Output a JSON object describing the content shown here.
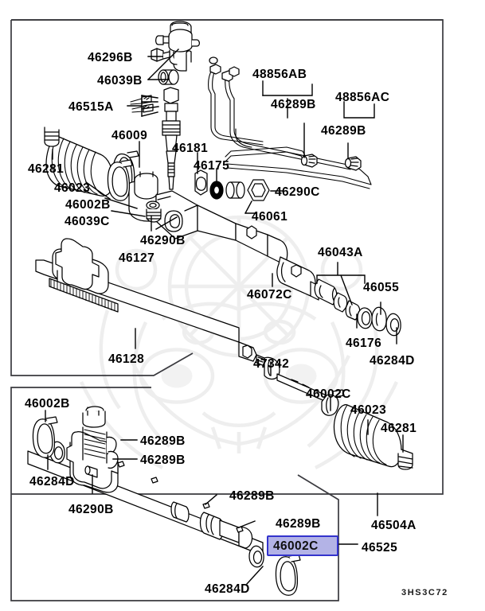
{
  "diagram": {
    "title_code": "3HS3C72",
    "subject": "Mitsubishi power steering gear box and linkage exploded parts diagram",
    "highlight": {
      "label": "46002C",
      "fill_color": "#b3b3e6",
      "border_color": "#3333cc",
      "text_color": "#101010"
    },
    "frames": [
      {
        "name": "outer-assembly-frame"
      },
      {
        "name": "upper-inner-frame"
      },
      {
        "name": "lower-inner-frame"
      }
    ]
  },
  "callouts": {
    "upper": [
      {
        "id": "c1",
        "label": "46296B"
      },
      {
        "id": "c2",
        "label": "46039B"
      },
      {
        "id": "c3",
        "label": "46515A"
      },
      {
        "id": "c4",
        "label": "46009"
      },
      {
        "id": "c5",
        "label": "46181"
      },
      {
        "id": "c6",
        "label": "46175"
      },
      {
        "id": "c7",
        "label": "48856AB"
      },
      {
        "id": "c8",
        "label": "46289B"
      },
      {
        "id": "c9",
        "label": "48856AC"
      },
      {
        "id": "c10",
        "label": "46289B"
      },
      {
        "id": "c11",
        "label": "46290C"
      },
      {
        "id": "c12",
        "label": "46061"
      },
      {
        "id": "c13",
        "label": "46281"
      },
      {
        "id": "c14",
        "label": "46023"
      },
      {
        "id": "c15",
        "label": "46002B"
      },
      {
        "id": "c16",
        "label": "46039C"
      },
      {
        "id": "c17",
        "label": "46290B"
      },
      {
        "id": "c18",
        "label": "46127"
      },
      {
        "id": "c19",
        "label": "46072C"
      },
      {
        "id": "c20",
        "label": "46043A"
      },
      {
        "id": "c21",
        "label": "46055"
      },
      {
        "id": "c22",
        "label": "46176"
      },
      {
        "id": "c23",
        "label": "46284D"
      },
      {
        "id": "c24",
        "label": "46128"
      },
      {
        "id": "c25",
        "label": "47342"
      },
      {
        "id": "c26",
        "label": "46002C"
      },
      {
        "id": "c27",
        "label": "46023"
      },
      {
        "id": "c28",
        "label": "46281"
      }
    ],
    "lower": [
      {
        "id": "d1",
        "label": "46002B"
      },
      {
        "id": "d2",
        "label": "46289B"
      },
      {
        "id": "d3",
        "label": "46289B"
      },
      {
        "id": "d4",
        "label": "46284D"
      },
      {
        "id": "d5",
        "label": "46290B"
      },
      {
        "id": "d6",
        "label": "46289B"
      },
      {
        "id": "d7",
        "label": "46289B"
      },
      {
        "id": "d8",
        "label": "46284D"
      }
    ],
    "assembly": [
      {
        "id": "a1",
        "label": "46504A"
      },
      {
        "id": "a2",
        "label": "46525"
      }
    ]
  }
}
